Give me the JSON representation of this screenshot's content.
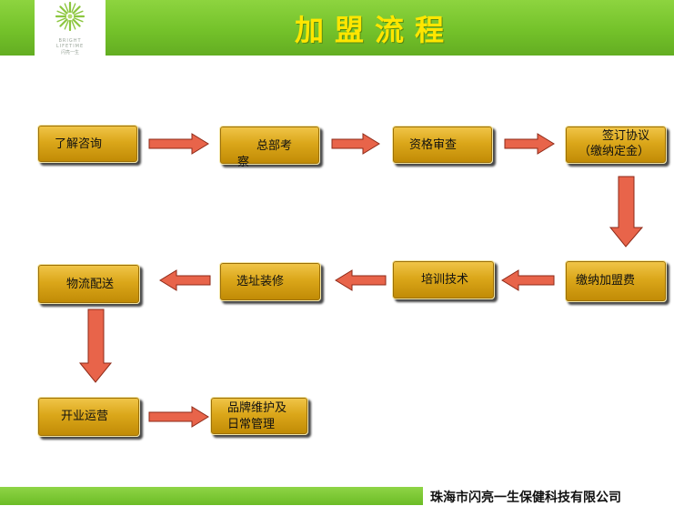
{
  "title": "加盟流程",
  "logo": {
    "line1": "BRIGHT",
    "line2": "LIFETIME",
    "line3": "闪亮一生"
  },
  "steps": {
    "s1": "了解咨询",
    "s2a": "总部考",
    "s2b": "察",
    "s3": "资格审查",
    "s4a": "签订协议",
    "s4b": "（缴纳定金）",
    "s5": "缴纳加盟费",
    "s6": "培训技术",
    "s7": "选址装修",
    "s8": "物流配送",
    "s9": "开业运营",
    "s10a": "品牌维护及",
    "s10b": "日常管理"
  },
  "company": "珠海市闪亮一生保健科技有限公司",
  "colors": {
    "header_green": "#74c22a",
    "title_yellow": "#ffe600",
    "box_gold": "#dba71a",
    "arrow_red": "#e8644a"
  }
}
